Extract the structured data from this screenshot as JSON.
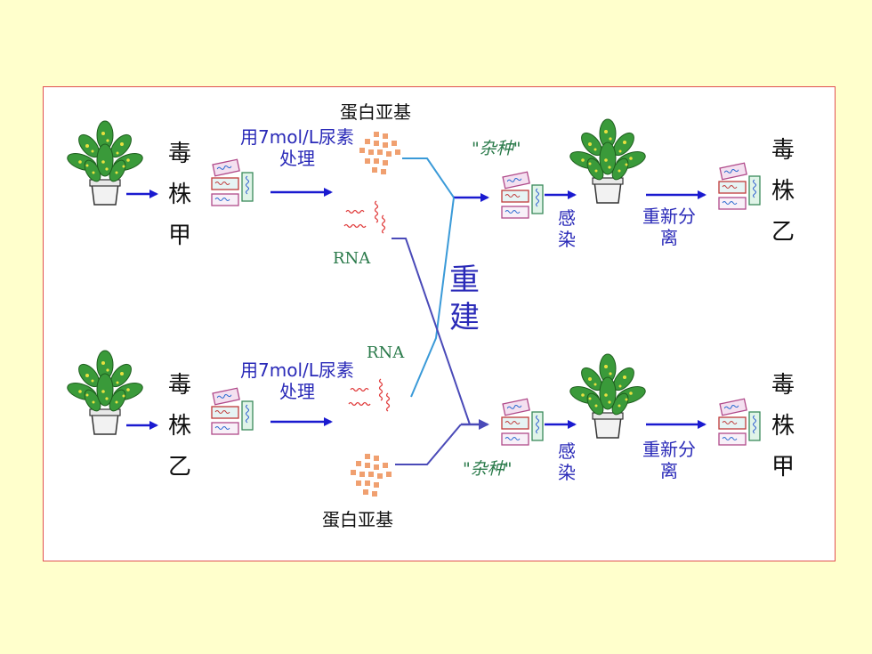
{
  "colors": {
    "background": "#ffffcc",
    "frame_border": "#e05050",
    "arrow": "#1a1ad0",
    "rna_line": "#4a4ab8",
    "protein_line": "#3a9ad8",
    "protein_dots": "#f0a070",
    "rna_strands": "#e03a3a"
  },
  "top_row": {
    "strain_label": "毒株甲",
    "treatment": "用7mol/L尿素处理",
    "protein_label": "蛋白亚基",
    "rna_label": "RNA",
    "hybrid_label": "\"杂种\"",
    "infect_label": "感染",
    "reseparate_label": "重新分离",
    "result_label": "毒株乙"
  },
  "bottom_row": {
    "strain_label": "毒株乙",
    "treatment": "用7mol/L尿素处理",
    "protein_label": "蛋白亚基",
    "rna_label": "RNA",
    "hybrid_label": "\"杂种\"",
    "infect_label": "感染",
    "reseparate_label": "重新分离",
    "result_label": "毒株甲"
  },
  "center_label": "重建",
  "icons": [
    "plant-icon",
    "virus-particles-icon",
    "protein-subunits-icon",
    "rna-strands-icon",
    "arrow-icon"
  ]
}
